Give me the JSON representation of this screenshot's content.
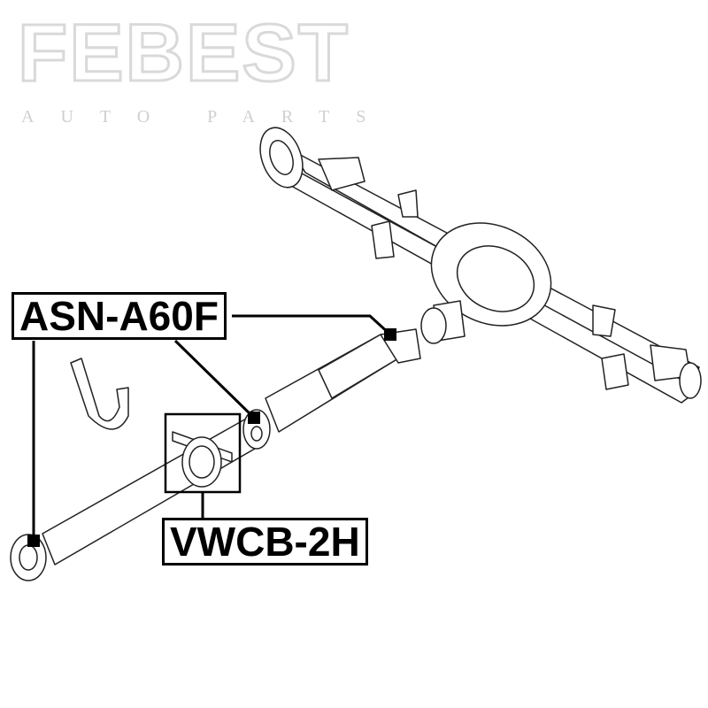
{
  "watermark": {
    "brand": "FEBEST",
    "tagline": "AUTO PARTS"
  },
  "labels": {
    "part1": "ASN-A60F",
    "part2": "VWCB-2H"
  }
}
